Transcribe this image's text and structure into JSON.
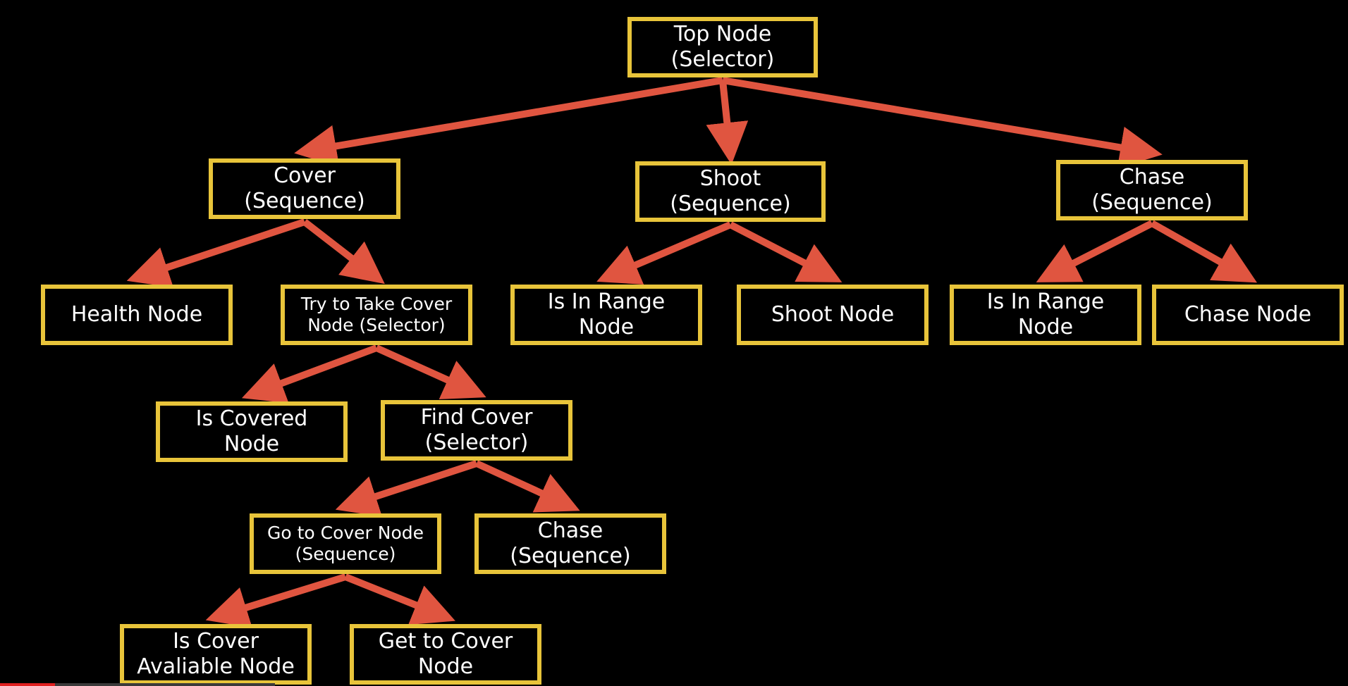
{
  "colors": {
    "background": "#000000",
    "node_border": "#e8c43a",
    "arrow": "#e05540",
    "text": "#ffffff",
    "progress": "#e02020"
  },
  "nodes": {
    "top": "Top Node\n(Selector)",
    "cover": "Cover\n(Sequence)",
    "shoot": "Shoot\n(Sequence)",
    "chase": "Chase\n(Sequence)",
    "health": "Health Node",
    "try_cover": "Try to Take Cover\nNode (Selector)",
    "range1": "Is In Range\nNode",
    "shoot_node": "Shoot Node",
    "range2": "Is In Range\nNode",
    "chase_node": "Chase Node",
    "is_covered": "Is Covered\nNode",
    "find_cover": "Find Cover\n(Selector)",
    "go_cover": "Go to Cover Node\n(Sequence)",
    "chase_seq": "Chase\n(Sequence)",
    "cover_available": "Is Cover\nAvaliable Node",
    "get_cover": "Get to Cover\nNode"
  },
  "edges": [
    [
      "top",
      "cover"
    ],
    [
      "top",
      "shoot"
    ],
    [
      "top",
      "chase"
    ],
    [
      "cover",
      "health"
    ],
    [
      "cover",
      "try_cover"
    ],
    [
      "shoot",
      "range1"
    ],
    [
      "shoot",
      "shoot_node"
    ],
    [
      "chase",
      "range2"
    ],
    [
      "chase",
      "chase_node"
    ],
    [
      "try_cover",
      "is_covered"
    ],
    [
      "try_cover",
      "find_cover"
    ],
    [
      "find_cover",
      "go_cover"
    ],
    [
      "find_cover",
      "chase_seq"
    ],
    [
      "go_cover",
      "cover_available"
    ],
    [
      "go_cover",
      "get_cover"
    ]
  ],
  "video_progress": 0.2
}
